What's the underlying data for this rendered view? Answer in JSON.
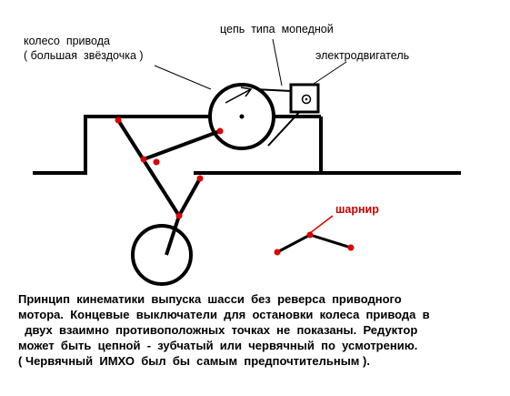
{
  "labels": {
    "drive_wheel_line1": "колесо  привода",
    "drive_wheel_line2": "( большая  звёздочка )",
    "chain": "цепь  типа  мопедной",
    "motor": "электродвигатель",
    "hinge": "шарнир"
  },
  "caption": [
    "Принцип  кинематики  выпуска  шасси  без  реверса  приводного",
    "мотора.  Концевые  выключатели  для  остановки  колеса  привода  в",
    "  двух  взаимно  противоположных  точках  не  показаны.  Редуктор",
    "может  быть  цепной  -  зубчатый  или  червячный  по  усмотрению.",
    "( Червячный  ИМХО  был  бы  самым  предпочтительным )."
  ],
  "colors": {
    "line": "#000000",
    "joint": "#dd0000",
    "hinge_leader": "#dd0000"
  }
}
